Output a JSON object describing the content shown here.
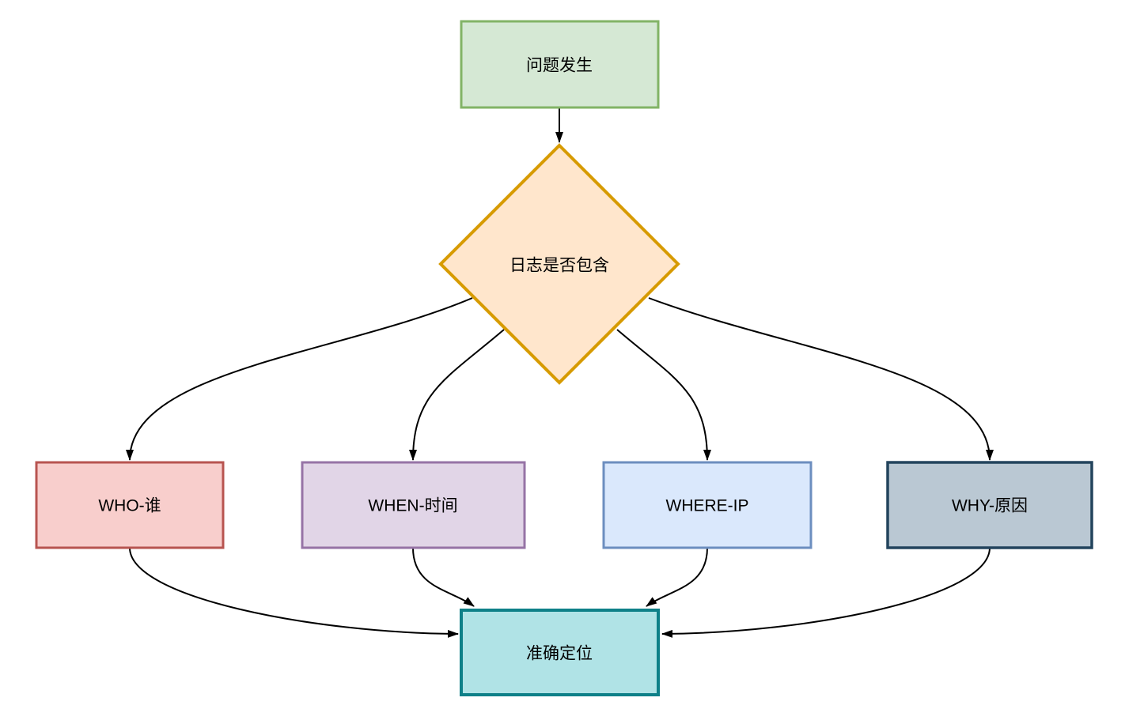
{
  "diagram": {
    "background_color": "#ffffff",
    "edge_color": "#000000",
    "text_color": "#000000",
    "nodes": {
      "problem": {
        "label": "问题发生",
        "shape": "rectangle",
        "fill": "#d5e8d4",
        "stroke": "#82b366"
      },
      "decision": {
        "label": "日志是否包含",
        "shape": "diamond",
        "fill": "#ffe6cc",
        "stroke": "#d79b00"
      },
      "who": {
        "label": "WHO-谁",
        "shape": "rectangle",
        "fill": "#f8cecc",
        "stroke": "#b85450"
      },
      "when": {
        "label": "WHEN-时间",
        "shape": "rectangle",
        "fill": "#e1d5e7",
        "stroke": "#9673a6"
      },
      "where": {
        "label": "WHERE-IP",
        "shape": "rectangle",
        "fill": "#dae8fc",
        "stroke": "#6c8ebf"
      },
      "why": {
        "label": "WHY-原因",
        "shape": "rectangle",
        "fill": "#bac8d3",
        "stroke": "#23445d"
      },
      "locate": {
        "label": "准确定位",
        "shape": "rectangle",
        "fill": "#b0e3e6",
        "stroke": "#0e8088"
      }
    },
    "edges": [
      {
        "from": "problem",
        "to": "decision"
      },
      {
        "from": "decision",
        "to": "who"
      },
      {
        "from": "decision",
        "to": "when"
      },
      {
        "from": "decision",
        "to": "where"
      },
      {
        "from": "decision",
        "to": "why"
      },
      {
        "from": "who",
        "to": "locate"
      },
      {
        "from": "when",
        "to": "locate"
      },
      {
        "from": "where",
        "to": "locate"
      },
      {
        "from": "why",
        "to": "locate"
      }
    ]
  }
}
